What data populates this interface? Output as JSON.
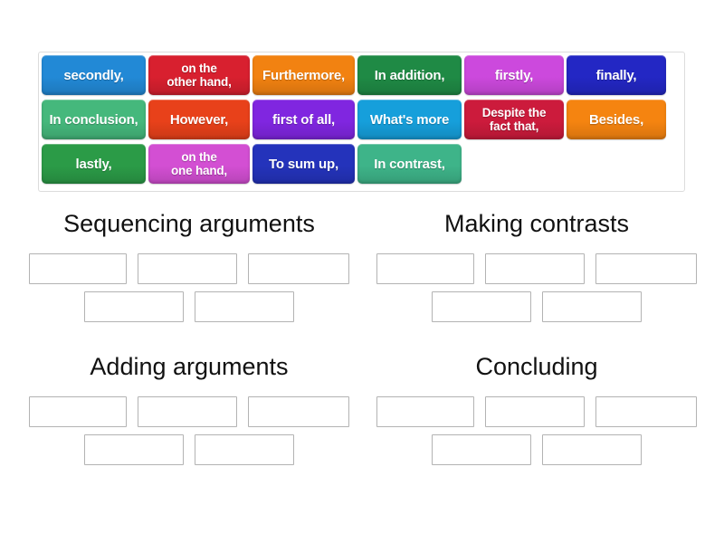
{
  "activity": {
    "type": "group-sort",
    "tray": {
      "rows": [
        [
          {
            "label": "secondly,",
            "color": "#2289d6",
            "lines": 1
          },
          {
            "label": "on the\nother hand,",
            "color": "#d8202f",
            "lines": 2
          },
          {
            "label": "Furthermore,",
            "color": "#f28211",
            "lines": 1
          },
          {
            "label": "In addition,",
            "color": "#1f8a45",
            "lines": 1
          },
          {
            "label": "firstly,",
            "color": "#cc49dd",
            "lines": 1
          },
          {
            "label": "finally,",
            "color": "#2327c4",
            "lines": 1
          }
        ],
        [
          {
            "label": "In conclusion,",
            "color": "#45b87c",
            "lines": 1
          },
          {
            "label": "However,",
            "color": "#e8411a",
            "lines": 1
          },
          {
            "label": "first of all,",
            "color": "#8026e0",
            "lines": 1
          },
          {
            "label": "What's more",
            "color": "#169fdb",
            "lines": 1
          },
          {
            "label": "Despite the\nfact that,",
            "color": "#cc1b3c",
            "lines": 2
          },
          {
            "label": "Besides,",
            "color": "#f58410",
            "lines": 1
          }
        ],
        [
          {
            "label": "lastly,",
            "color": "#2b9b47",
            "lines": 1
          },
          {
            "label": "on the\none hand,",
            "color": "#d34fd3",
            "lines": 2
          },
          {
            "label": "To sum up,",
            "color": "#2433bb",
            "lines": 1
          },
          {
            "label": "In contrast,",
            "color": "#3eb489",
            "lines": 1
          }
        ]
      ],
      "widths": [
        [
          115,
          112,
          113,
          115,
          110,
          110
        ],
        [
          115,
          112,
          113,
          115,
          110,
          110
        ],
        [
          115,
          112,
          113,
          115
        ]
      ]
    },
    "groups": [
      {
        "title": "Sequencing arguments",
        "rows": [
          [
            "w-a",
            "w-b",
            "w-c"
          ],
          [
            "w-b",
            "w-b"
          ]
        ]
      },
      {
        "title": "Making contrasts",
        "rows": [
          [
            "w-a",
            "w-b",
            "w-c"
          ],
          [
            "w-b",
            "w-b"
          ]
        ]
      },
      {
        "title": "Adding arguments",
        "rows": [
          [
            "w-a",
            "w-b",
            "w-c"
          ],
          [
            "w-b",
            "w-b"
          ]
        ]
      },
      {
        "title": "Concluding",
        "rows": [
          [
            "w-a",
            "w-b",
            "w-c"
          ],
          [
            "w-b",
            "w-b"
          ]
        ]
      }
    ]
  }
}
